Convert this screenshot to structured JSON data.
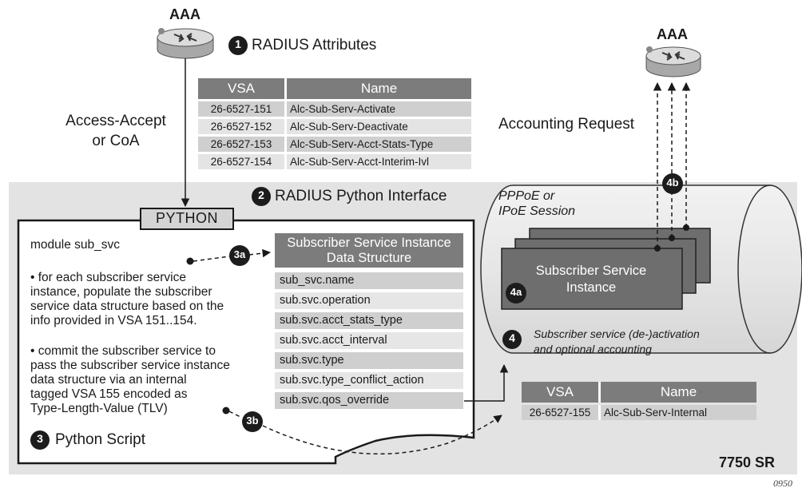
{
  "aaa_left": "AAA",
  "aaa_right": "AAA",
  "step1": {
    "badge": "1",
    "label": "RADIUS Attributes"
  },
  "access_accept": [
    "Access-Accept",
    "or CoA"
  ],
  "accounting_request": "Accounting Request",
  "vsa_table_top": {
    "headers": [
      "VSA",
      "Name"
    ],
    "rows": [
      [
        "26-6527-151",
        "Alc-Sub-Serv-Activate"
      ],
      [
        "26-6527-152",
        "Alc-Sub-Serv-Deactivate"
      ],
      [
        "26-6527-153",
        "Alc-Sub-Serv-Acct-Stats-Type"
      ],
      [
        "26-6527-154",
        "Alc-Sub-Serv-Acct-Interim-Ivl"
      ]
    ]
  },
  "step2": {
    "badge": "2",
    "label": "RADIUS Python Interface"
  },
  "python_tab": "PYTHON",
  "script": {
    "module": "module sub_svc",
    "bullet1": [
      "• for each subscriber service",
      "instance, populate the subscriber",
      "service data structure based on the",
      "info provided in VSA 151..154."
    ],
    "bullet2": [
      "• commit the subscriber service to",
      "pass the subscriber service instance",
      "data structure via an internal",
      "tagged VSA 155 encoded as",
      "Type-Length-Value (TLV)"
    ]
  },
  "step3": {
    "badge": "3",
    "label": "Python Script"
  },
  "step3a": "3a",
  "step3b": "3b",
  "data_structure": {
    "title": [
      "Subscriber Service Instance",
      "Data Structure"
    ],
    "fields": [
      "sub_svc.name",
      "sub.svc.operation",
      "sub.svc.acct_stats_type",
      "sub.svc.acct_interval",
      "sub.svc.type",
      "sub.svc.type_conflict_action",
      "sub.svc.qos_override"
    ]
  },
  "session_label": [
    "PPPoE or",
    "IPoE Session"
  ],
  "instance_label": [
    "Subscriber Service",
    "Instance"
  ],
  "step4a": "4a",
  "step4b": "4b",
  "step4": {
    "badge": "4",
    "label": [
      "Subscriber service (de-)activation",
      "and optional accounting"
    ]
  },
  "vsa_table_bottom": {
    "headers": [
      "VSA",
      "Name"
    ],
    "rows": [
      [
        "26-6527-155",
        "Alc-Sub-Serv-Internal"
      ]
    ]
  },
  "device": "7750 SR",
  "figure_id": "0950",
  "colors": {
    "panel": "#e3e3e3",
    "header_gray": "#7c7c7c",
    "badge": "#1c1c1c"
  }
}
